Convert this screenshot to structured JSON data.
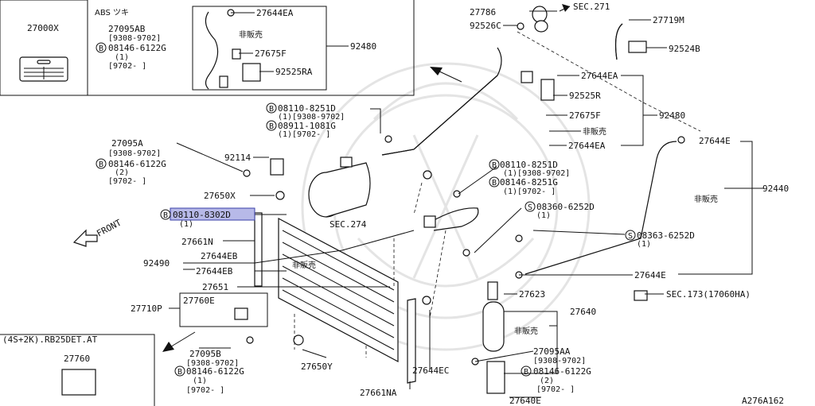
{
  "labels": {
    "l_27000x": "27000X",
    "l_abs": "ABS ツキ",
    "l_27095ab": "27095AB",
    "l_9308_a": "[9308-9702]",
    "l_08146_a": "08146-6122G",
    "l_1_a": "(1)",
    "l_9702_a": "[9702-    ]",
    "l_27644ea_top": "27644EA",
    "l_hanbai_1": "非販売",
    "l_27675f_top": "27675F",
    "l_92525ra": "92525RA",
    "l_92480_top": "92480",
    "l_27786": "27786",
    "l_sec271": "SEC.271",
    "l_27719m": "27719M",
    "l_92526c": "92526C",
    "l_92524b": "92524B",
    "l_27644ea_r": "27644EA",
    "l_92525r": "92525R",
    "l_27675f_r": "27675F",
    "l_92480_r": "92480",
    "l_hanbai_2": "非販売",
    "l_27644ea_r2": "27644EA",
    "l_08110_8251d_a": "08110-8251D",
    "l_1_9308": "(1)[9308-9702]",
    "l_08911": "08911-1081G",
    "l_1_9702": "(1)[9702-    ]",
    "l_27095a": "27095A",
    "l_9308_b": "[9308-9702]",
    "l_08146_b": "08146-6122G",
    "l_2_b": "(2)",
    "l_9702_b": "[9702-    ]",
    "l_92114": "92114",
    "l_27650x": "27650X",
    "l_08110_8302d": "08110-8302D",
    "l_1_c": "(1)",
    "l_front": "FRONT",
    "l_27661n": "27661N",
    "l_92490": "92490",
    "l_27644eb_1": "27644EB",
    "l_27644eb_2": "27644EB",
    "l_hanbai_3": "非販売",
    "l_27651": "27651",
    "l_27710p": "27710P",
    "l_27760e": "27760E",
    "l_27095b": "27095B",
    "l_9308_c": "[9308-9702]",
    "l_08146_c": "08146-6122G",
    "l_1_d": "(1)",
    "l_9702_c": "[9702-    ]",
    "l_27650y": "27650Y",
    "l_sec274": "SEC.274",
    "l_08110_8251d_b": "08110-8251D",
    "l_1_9308_b": "(1)[9308-9702]",
    "l_08146_8251g": "08146-8251G",
    "l_1_9702_b": "(1)[9702-    ]",
    "l_08360": "08360-6252D",
    "l_1_e": "(1)",
    "l_08363": "08363-6252D",
    "l_1_f": "(1)",
    "l_27644e_top": "27644E",
    "l_hanbai_4": "非販売",
    "l_92440": "92440",
    "l_27644e_b": "27644E",
    "l_sec173": "SEC.173(17060HA)",
    "l_27623": "27623",
    "l_27640": "27640",
    "l_hanbai_5": "非販売",
    "l_27095aa": "27095AA",
    "l_9308_d": "[9308-9702]",
    "l_08146_d": "08146-6122G",
    "l_2_d": "(2)",
    "l_9702_d": "[9702-    ]",
    "l_27644ec": "27644EC",
    "l_27661na": "27661NA",
    "l_27640e": "27640E",
    "l_4s2k": "(4S+2K).RB25DET.AT",
    "l_27760": "27760",
    "l_a276a162": "A276A162",
    "bolt_glyph": "B",
    "screw_glyph": "S"
  },
  "colors": {
    "highlight_fill": "#b7b9e8",
    "highlight_stroke": "#3a3fa8",
    "ink": "#111111"
  }
}
